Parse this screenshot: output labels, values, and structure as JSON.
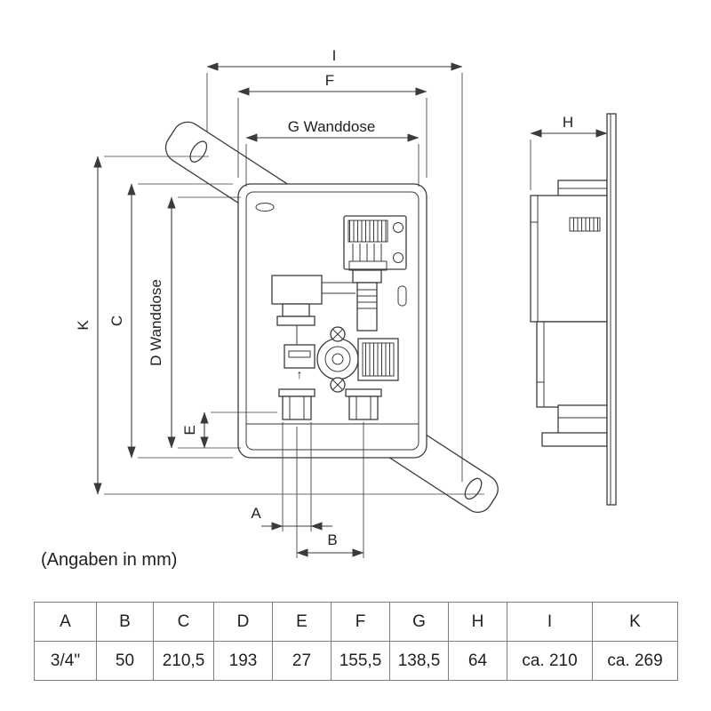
{
  "drawing": {
    "note": "(Angaben in mm)",
    "labels": {
      "I": "I",
      "F": "F",
      "G": "G Wanddose",
      "H": "H",
      "K": "K",
      "C": "C",
      "D": "D Wanddose",
      "E": "E",
      "A": "A",
      "B": "B"
    },
    "arrow_up_glyph": "↑"
  },
  "table": {
    "headers": [
      "A",
      "B",
      "C",
      "D",
      "E",
      "F",
      "G",
      "H",
      "I",
      "K"
    ],
    "values": [
      "3/4\"",
      "50",
      "210,5",
      "193",
      "27",
      "155,5",
      "138,5",
      "64",
      "ca. 210",
      "ca. 269"
    ]
  },
  "colors": {
    "line": "#3b3b3b",
    "text": "#1f1f1f",
    "table_border": "#7d7d7d",
    "background": "#ffffff"
  }
}
